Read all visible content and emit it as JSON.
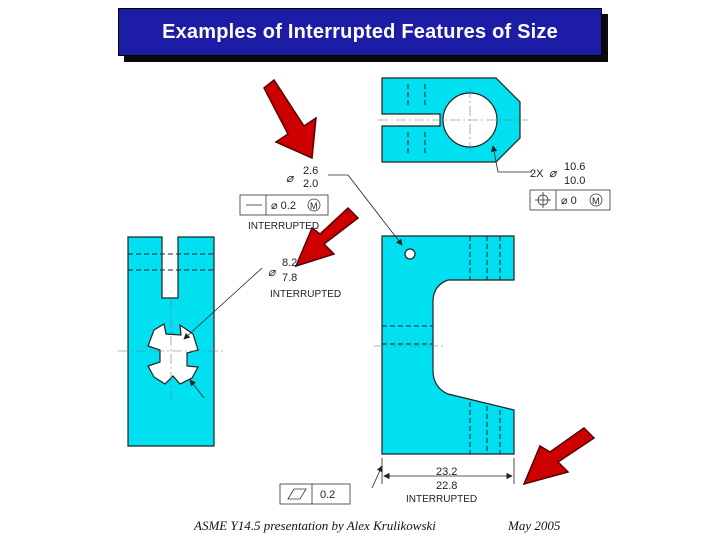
{
  "slide": {
    "title": "Examples of Interrupted Features of Size",
    "footer_left": "ASME Y14.5 presentation by Alex Krulikowski",
    "footer_right": "May 2005"
  },
  "colors": {
    "part_fill": "#00e0f0",
    "title_bg": "#1c1ca6",
    "arrow_red": "#cc0000",
    "line": "#222222"
  },
  "callouts": {
    "slot": {
      "diameter_symbol": "⌀",
      "upper": "2.6",
      "lower": "2.0",
      "frame_tolerance": "⌀ 0.2",
      "modifier": "M",
      "note": "INTERRUPTED"
    },
    "hole": {
      "diameter_symbol": "⌀",
      "upper": "8.2",
      "lower": "7.8",
      "note": "INTERRUPTED"
    },
    "bore": {
      "count": "2X",
      "diameter_symbol": "⌀",
      "upper": "10.6",
      "lower": "10.0",
      "frame_tolerance": "⌀ 0",
      "modifier": "M"
    },
    "width": {
      "upper": "23.2",
      "lower": "22.8",
      "note": "INTERRUPTED",
      "frame_tolerance": "0.2"
    }
  },
  "icons": [
    "red-arrow-icon",
    "straightness-symbol-icon",
    "position-symbol-icon",
    "flatness-symbol-icon"
  ]
}
